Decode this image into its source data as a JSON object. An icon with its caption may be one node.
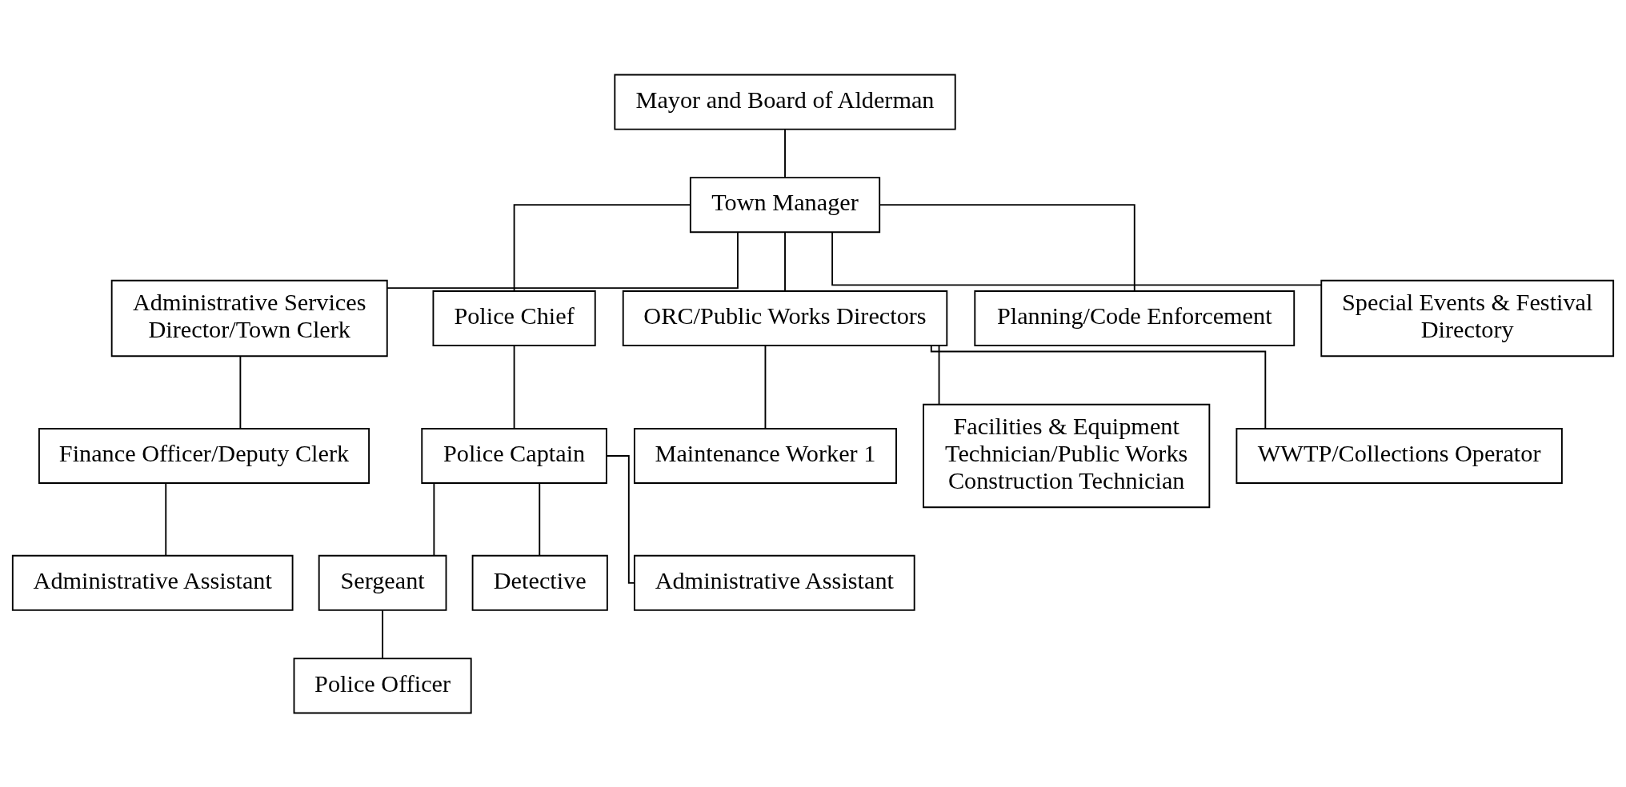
{
  "diagram": {
    "nodes": [
      {
        "text": [
          "Mayor and Board of Alderman"
        ]
      },
      {
        "text": [
          "Town Manager"
        ]
      },
      {
        "text": [
          "Administrative Services Director/Town Clerk"
        ]
      },
      {
        "text": [
          "Finance Officer/Deputy Clerk"
        ]
      },
      {
        "text": [
          "Administrative Assistant"
        ]
      },
      {
        "text": [
          "Police Chief"
        ]
      },
      {
        "text": [
          "ORC/Public Works Directors"
        ]
      },
      {
        "text": [
          "Planning/Code Enforcement"
        ]
      },
      {
        "text": [
          "Special Events & Festival Directory"
        ]
      },
      {
        "text": [
          "Police Captain"
        ]
      },
      {
        "text": [
          "Maintenance Worker 1"
        ]
      },
      {
        "text": [
          "Facilities & Equipment Technician/Public Works Construction Technician"
        ]
      },
      {
        "text": [
          "WWTP/Collections Operator"
        ]
      },
      {
        "text": [
          "Sergeant"
        ]
      },
      {
        "text": [
          "Detective"
        ]
      },
      {
        "text": [
          "Administrative Assistant"
        ]
      },
      {
        "text": [
          "Police Officer"
        ]
      }
    ],
    "edges": [
      {
        "from": 0,
        "to": 1,
        "arrow": "none"
      },
      {
        "from": 1,
        "to": 2,
        "arrow": "none"
      },
      {
        "from": 2,
        "to": 3,
        "arrow": "none"
      },
      {
        "from": 3,
        "to": 4,
        "arrow": "none"
      },
      {
        "from": 1,
        "to": 5,
        "arrow": "none"
      },
      {
        "from": 1,
        "to": 6,
        "arrow": "none"
      },
      {
        "from": 1,
        "to": 7,
        "arrow": "none"
      },
      {
        "from": 1,
        "to": 8,
        "arrow": "none"
      },
      {
        "from": 5,
        "to": 9,
        "arrow": "none"
      },
      {
        "from": 6,
        "to": 10,
        "arrow": "none"
      },
      {
        "from": 6,
        "to": 11,
        "arrow": "none"
      },
      {
        "from": 6,
        "to": 12,
        "arrow": "none"
      },
      {
        "from": 9,
        "to": 13,
        "arrow": "none"
      },
      {
        "from": 9,
        "to": 14,
        "arrow": "none"
      },
      {
        "from": 9,
        "to": 15,
        "arrow": "none"
      },
      {
        "from": 13,
        "to": 16,
        "arrow": "none"
      }
    ]
  }
}
